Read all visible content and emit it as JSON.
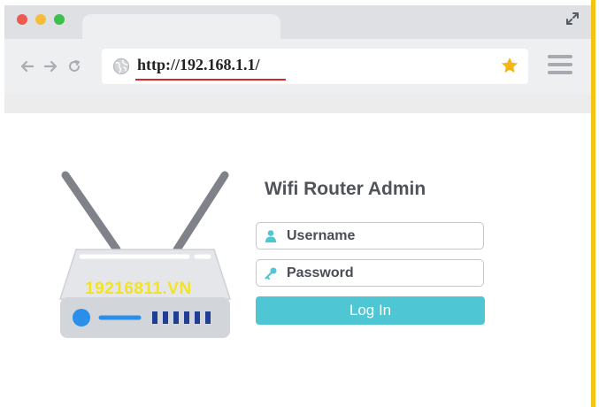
{
  "browser": {
    "url": "http://192.168.1.1/",
    "icons": {
      "back": "arrow-left-icon",
      "forward": "arrow-right-icon",
      "reload": "reload-icon",
      "site": "globe-icon",
      "bookmark": "star-icon",
      "menu": "hamburger-menu-icon",
      "expand": "expand-icon"
    }
  },
  "router": {
    "watermark": "19216811.VN"
  },
  "login": {
    "title": "Wifi Router Admin",
    "username_placeholder": "Username",
    "password_placeholder": "Password",
    "button_label": "Log In"
  },
  "colors": {
    "accent": "#4ec6d3",
    "url_underline": "#d8242a",
    "frame_border": "#f2c413",
    "star": "#f3b615"
  }
}
